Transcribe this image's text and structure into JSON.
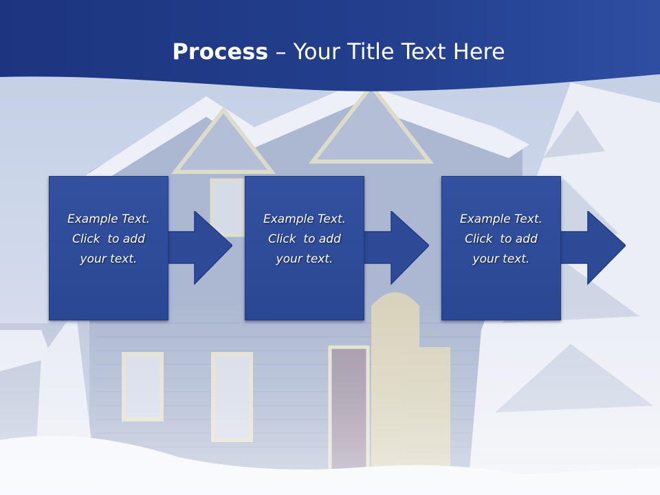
{
  "slide": {
    "title_bold": "Process",
    "title_rest": " – Your Title Text Here",
    "steps": [
      {
        "line1": "Example Text.",
        "line2": "Click  to add",
        "line3": "your text."
      },
      {
        "line1": "Example Text.",
        "line2": "Click  to add",
        "line3": "your text."
      },
      {
        "line1": "Example Text.",
        "line2": "Click  to add",
        "line3": "your text."
      }
    ]
  },
  "colors": {
    "header_blue": "#233f8d",
    "box_blue": "#2e4a96",
    "background": "#b9c6df"
  }
}
